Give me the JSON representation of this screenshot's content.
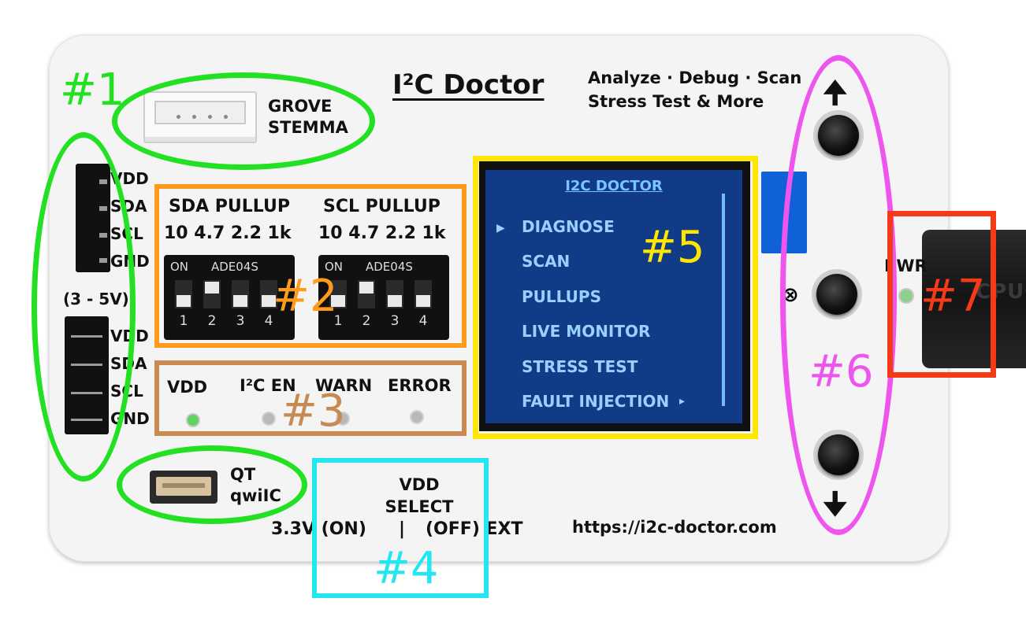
{
  "board": {
    "title": "I²C Doctor",
    "tagline_1": "Analyze · Debug · Scan",
    "tagline_2": "Stress Test & More",
    "url": "https://i2c-doctor.com"
  },
  "grove": {
    "label_1": "GROVE",
    "label_2": "STEMMA"
  },
  "header_top": {
    "pins": [
      "VDD",
      "SDA",
      "SCL",
      "GND"
    ]
  },
  "header_bottom": {
    "pins": [
      "VDD",
      "SDA",
      "SCL",
      "GND"
    ]
  },
  "voltage_range": "(3 - 5V)",
  "pullups": {
    "sda": {
      "title": "SDA PULLUP",
      "values": "10 4.7 2.2 1k"
    },
    "scl": {
      "title": "SCL PULLUP",
      "values": "10 4.7 2.2 1k"
    },
    "dip_on_label": "ON",
    "dip_model": "ADE04S",
    "dip_numbers": [
      "1",
      "2",
      "3",
      "4"
    ]
  },
  "leds": {
    "vdd": "VDD",
    "i2c_en": "I²C EN",
    "warn": "WARN",
    "error": "ERROR"
  },
  "qwiic": {
    "label_1": "QT",
    "label_2": "qwiIC"
  },
  "vdd_select": {
    "title_1": "VDD",
    "title_2": "SELECT",
    "on_label": "3.3V (ON)",
    "separator": "|",
    "off_label": "(OFF) EXT"
  },
  "lcd": {
    "title": "I2C DOCTOR",
    "cursor": "▶",
    "items": [
      "DIAGNOSE",
      "SCAN",
      "PULLUPS",
      "LIVE MONITOR",
      "STRESS TEST",
      "FAULT INJECTION"
    ],
    "submenu_marker": "▸"
  },
  "buttons": {
    "up_arrow": "🠉",
    "center_symbol": "⊗",
    "down_arrow": "🠋"
  },
  "pwr": {
    "label": "PWR"
  },
  "cable_text": "CPUC",
  "annotations": {
    "n1": "#1",
    "n2": "#2",
    "n3": "#3",
    "n4": "#4",
    "n5": "#5",
    "n6": "#6",
    "n7": "#7"
  },
  "colors": {
    "green": "#22e022",
    "orange": "#ff9a1a",
    "brown": "#c68a52",
    "cyan": "#22e6f0",
    "yellow": "#ffe600",
    "magenta": "#ee55ee",
    "red": "#f53a18",
    "lcd_bg": "#113a87"
  }
}
